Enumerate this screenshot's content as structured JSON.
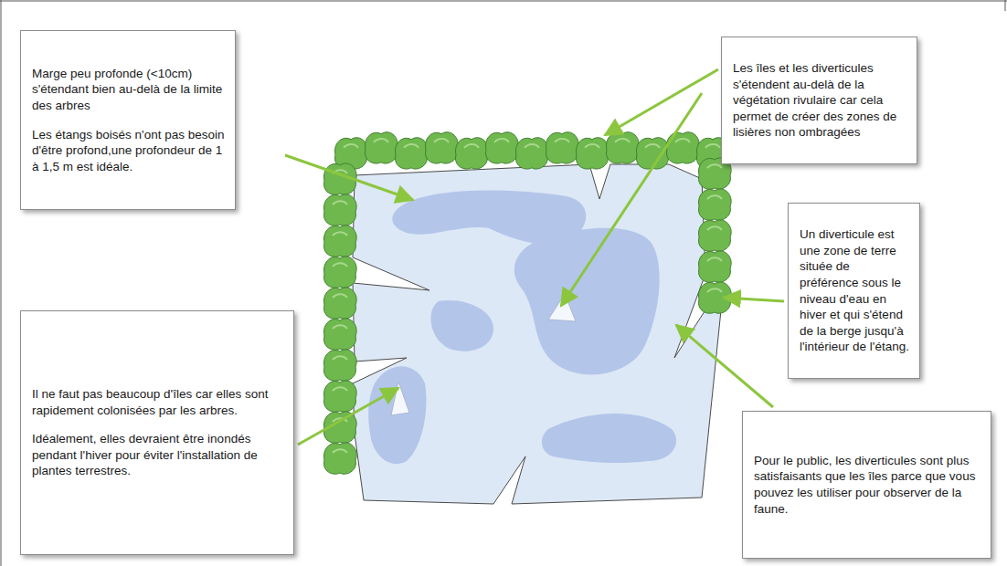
{
  "diagram": {
    "nodes": [
      {
        "text": [
          "Marge peu profonde (<10cm) s'étendant bien au-delà de la limite des arbres",
          "Les étangs boisés n'ont pas besoin d'être profond,une profondeur de 1 à 1,5 m est idéale."
        ]
      },
      {
        "text": [
          "Les îles et les diverticules s'étendent au-delà de la végétation rivulaire car cela permet de créer des zones de lisières non ombragées"
        ]
      },
      {
        "text": [
          "Un diverticule est une zone de terre située de préférence sous le niveau d'eau en hiver et qui s'étend de la berge jusqu'à l'intérieur de l'étang."
        ]
      },
      {
        "text": [
          "Il ne faut pas beaucoup d'îles car elles sont rapidement colonisées par les arbres.",
          "Idéalement, elles devraient être inondés pendant l'hiver pour éviter l'installation de plantes terrestres."
        ]
      },
      {
        "text": [
          "Pour le public, les diverticules sont plus satisfaisants que les îles parce que vous pouvez les utiliser pour observer de la faune."
        ]
      }
    ]
  }
}
